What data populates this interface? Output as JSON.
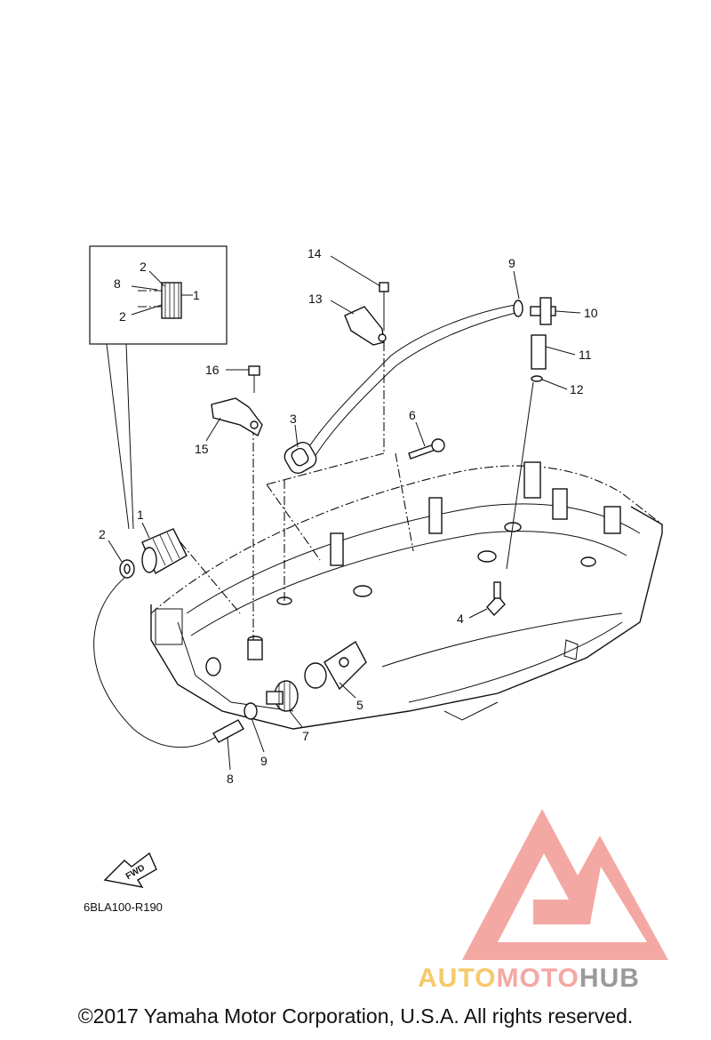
{
  "diagram": {
    "callouts": {
      "c1": "1",
      "c2": "2",
      "c3": "3",
      "c4": "4",
      "c5": "5",
      "c6": "6",
      "c7": "7",
      "c8": "8",
      "c9": "9",
      "c9b": "9",
      "c10": "10",
      "c11": "11",
      "c12": "12",
      "c13": "13",
      "c14": "14",
      "c15": "15",
      "c16": "16",
      "inset1": "1",
      "inset2a": "2",
      "inset2b": "2",
      "inset8": "8"
    },
    "fwd_label": "FWD",
    "drawing_code": "6BLA100-R190"
  },
  "watermark": {
    "part1": "AUTO",
    "part2": "MOTO",
    "part3": "HUB",
    "logo_color": "#f39a93",
    "accent_color": "#f6c96a"
  },
  "footer": {
    "copyright": "©2017 Yamaha Motor Corporation, U.S.A. All rights reserved."
  }
}
